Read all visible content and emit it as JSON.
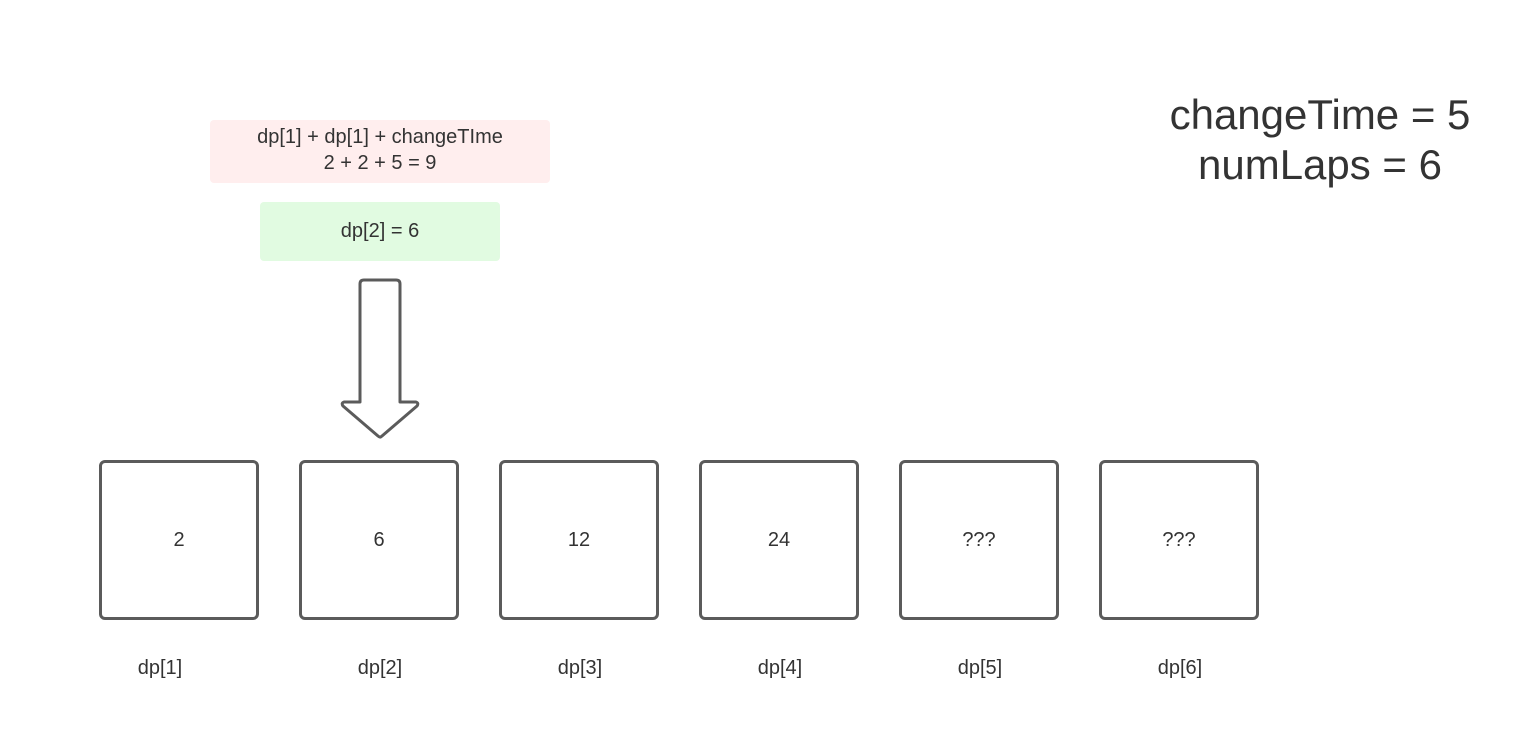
{
  "params": {
    "change_time": "changeTime = 5",
    "num_laps": "numLaps = 6"
  },
  "formula": {
    "line1": "dp[1] + dp[1] + changeTIme",
    "line2": "2 + 2 + 5 = 9"
  },
  "result": {
    "text": "dp[2] = 6"
  },
  "cells": [
    {
      "value": "2",
      "label": "dp[1]"
    },
    {
      "value": "6",
      "label": "dp[2]"
    },
    {
      "value": "12",
      "label": "dp[3]"
    },
    {
      "value": "24",
      "label": "dp[4]"
    },
    {
      "value": "???",
      "label": "dp[5]"
    },
    {
      "value": "???",
      "label": "dp[6]"
    }
  ],
  "colors": {
    "formula_bg": "#ffeeee",
    "result_bg": "#e1fbe1",
    "border": "#5b5b5b",
    "text": "#333333"
  }
}
